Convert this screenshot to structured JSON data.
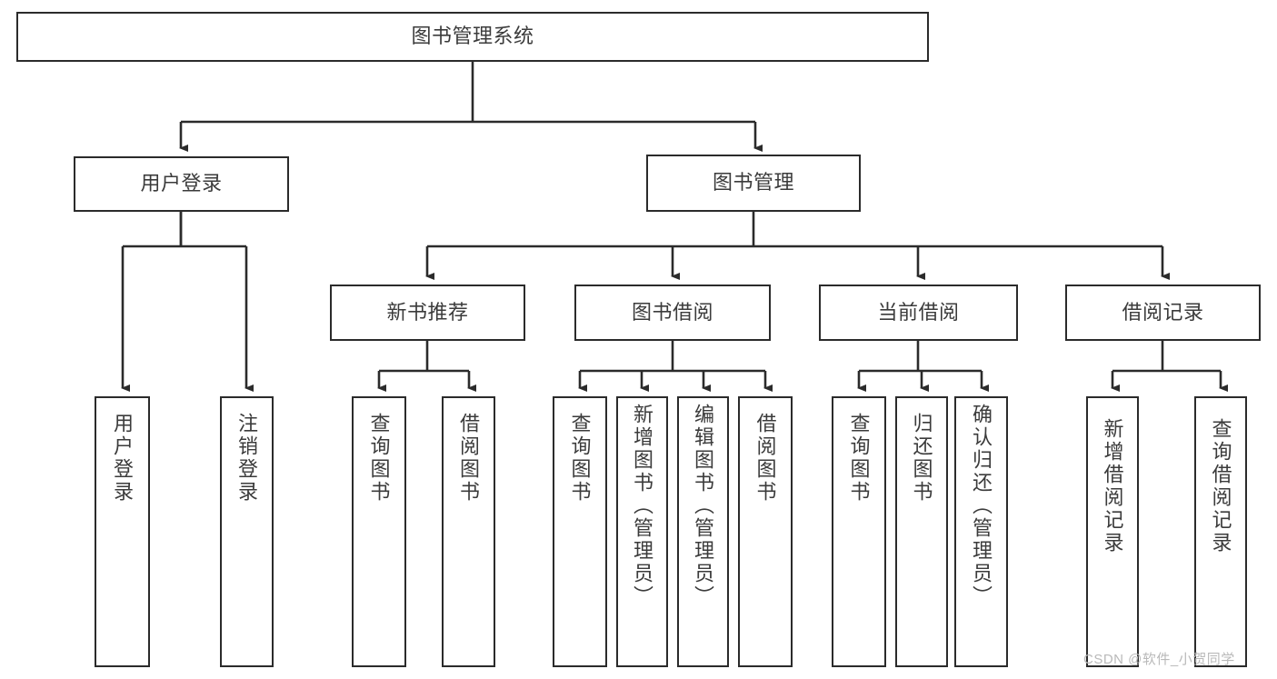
{
  "diagram": {
    "type": "tree-hierarchy-chart",
    "title": "图书管理系统",
    "levels": 4,
    "line_color": "#2b2b2b",
    "text_color": "#3b3b3b",
    "background": "#ffffff",
    "root": {
      "label": "图书管理系统",
      "children": [
        {
          "label": "用户登录",
          "children": [
            {
              "label": "用户登录"
            },
            {
              "label": "注销登录"
            }
          ]
        },
        {
          "label": "图书管理",
          "children": [
            {
              "label": "新书推荐",
              "children": [
                {
                  "label": "查询图书"
                },
                {
                  "label": "借阅图书"
                }
              ]
            },
            {
              "label": "图书借阅",
              "children": [
                {
                  "label": "查询图书"
                },
                {
                  "label": "新增图书（管理员）"
                },
                {
                  "label": "编辑图书（管理员）"
                },
                {
                  "label": "借阅图书"
                }
              ]
            },
            {
              "label": "当前借阅",
              "children": [
                {
                  "label": "查询图书"
                },
                {
                  "label": "归还图书"
                },
                {
                  "label": "确认归还（管理员）"
                }
              ]
            },
            {
              "label": "借阅记录",
              "children": [
                {
                  "label": "新增借阅记录"
                },
                {
                  "label": "查询借阅记录"
                }
              ]
            }
          ]
        }
      ]
    }
  },
  "nodes": {
    "root": "图书管理系统",
    "user_login": "用户登录",
    "book_manage": "图书管理",
    "new_book_rec": "新书推荐",
    "book_borrow": "图书借阅",
    "current_borrow": "当前借阅",
    "borrow_record": "借阅记录",
    "leaf_user_login": "用户登录",
    "leaf_user_logout": "注销登录",
    "leaf_query_book_1": "查询图书",
    "leaf_borrow_book_1": "借阅图书",
    "leaf_query_book_2": "查询图书",
    "leaf_add_book_admin": "新增图书（管理员）",
    "leaf_edit_book_admin": "编辑图书（管理员）",
    "leaf_borrow_book_2": "借阅图书",
    "leaf_query_book_3": "查询图书",
    "leaf_return_book": "归还图书",
    "leaf_confirm_return_admin": "确认归还（管理员）",
    "leaf_add_record": "新增借阅记录",
    "leaf_query_record": "查询借阅记录"
  },
  "watermark": {
    "text": "CSDN @软件_小贺同学"
  }
}
